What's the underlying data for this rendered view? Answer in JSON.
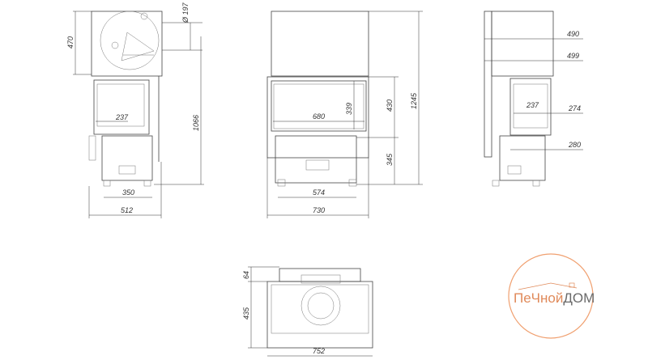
{
  "dimensions": {
    "side_left": {
      "height_top": "470",
      "flue_diameter": "Ø 197",
      "height_flue": "1066",
      "glass_width": "237",
      "base_width": "350",
      "total_width": "512"
    },
    "front": {
      "glass_height": "339",
      "glass_width": "680",
      "body_height": "430",
      "base_height": "345",
      "total_height": "1245",
      "base_width": "574",
      "total_width": "730"
    },
    "side_right": {
      "top_490": "490",
      "top_499": "499",
      "glass_width": "237",
      "glass_274": "274",
      "base_280": "280"
    },
    "plan": {
      "depth_front": "64",
      "depth": "435",
      "width": "752"
    }
  },
  "logo": {
    "text_part1": "ПеЧной",
    "text_part2": "ДОМ",
    "color": "#f0a070"
  }
}
